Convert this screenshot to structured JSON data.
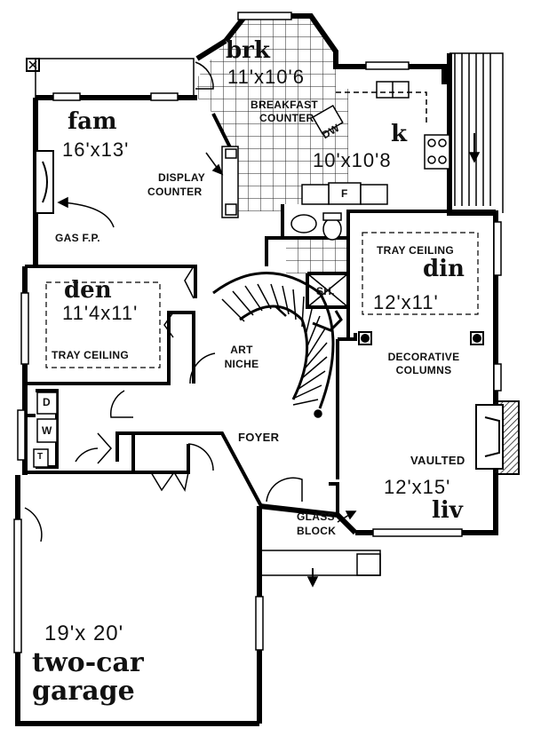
{
  "rooms": {
    "brk": {
      "name": "brk",
      "size": "11'x10'6"
    },
    "fam": {
      "name": "fam",
      "size": "16'x13'"
    },
    "k": {
      "name": "k",
      "size": "10'x10'8"
    },
    "din": {
      "name": "din",
      "size": "12'x11'"
    },
    "den": {
      "name": "den",
      "size": "11'4x11'"
    },
    "liv": {
      "name": "liv",
      "size": "12'x15'"
    },
    "garage": {
      "name_line1": "two-car",
      "name_line2": "garage",
      "size": "19'x 20'"
    }
  },
  "notes": {
    "breakfast_counter_1": "BREAKFAST",
    "breakfast_counter_2": "COUNTER",
    "dw": "DW",
    "f": "F",
    "display_counter_1": "DISPLAY",
    "display_counter_2": "COUNTER",
    "gas_fp": "GAS F.P.",
    "tray_ceiling_din": "TRAY CEILING",
    "tray_ceiling_den": "TRAY CEILING",
    "sh": "SH.",
    "art_niche_1": "ART",
    "art_niche_2": "NICHE",
    "decorative_columns_1": "DECORATIVE",
    "decorative_columns_2": "COLUMNS",
    "foyer": "FOYER",
    "vaulted": "VAULTED",
    "glass_block_1": "GLASS",
    "glass_block_2": "BLOCK",
    "laundry_d": "D",
    "laundry_w": "W",
    "laundry_t": "T"
  }
}
